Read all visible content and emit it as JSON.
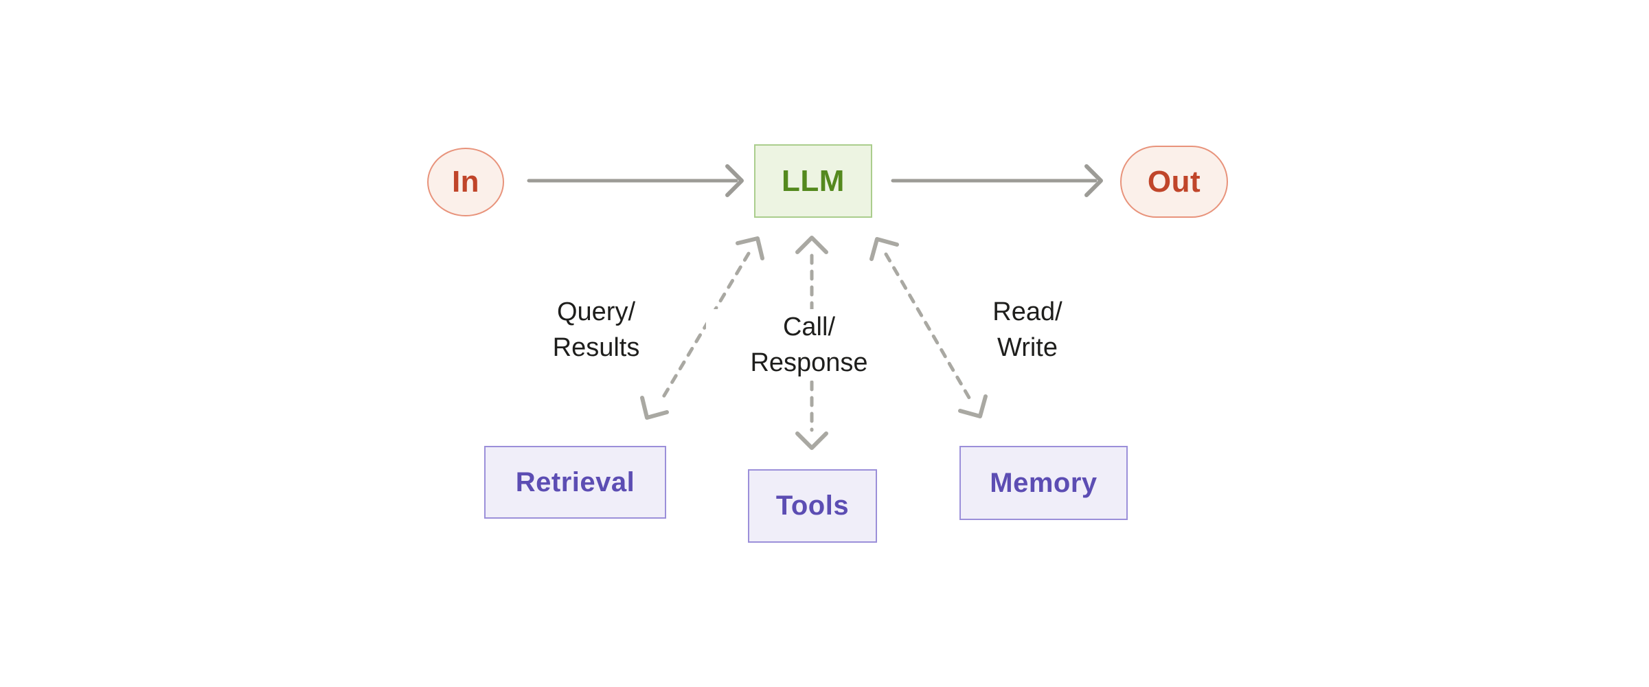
{
  "diagram": {
    "description": "LLM augmentation flow diagram",
    "nodes": {
      "input": {
        "label": "In"
      },
      "llm": {
        "label": "LLM"
      },
      "output": {
        "label": "Out"
      },
      "retrieval": {
        "label": "Retrieval"
      },
      "tools": {
        "label": "Tools"
      },
      "memory": {
        "label": "Memory"
      }
    },
    "edge_labels": {
      "retrieval": {
        "line1": "Query/",
        "line2": "Results"
      },
      "tools": {
        "line1": "Call/",
        "line2": "Response"
      },
      "memory": {
        "line1": "Read/",
        "line2": "Write"
      }
    },
    "colors": {
      "background": "#ffffff",
      "red_fill": "#fbf0ea",
      "red_border": "#e8937b",
      "red_text": "#c0452a",
      "green_fill": "#edf4e2",
      "green_border": "#aacd8c",
      "green_text": "#54891e",
      "purple_fill": "#f0eef9",
      "purple_border": "#9b8fd9",
      "purple_text": "#5c4db3",
      "solid_arrow_gray": "#9c9b96",
      "dashed_arrow_gray": "#a9a8a2",
      "label_text": "#1e1e1c"
    }
  }
}
